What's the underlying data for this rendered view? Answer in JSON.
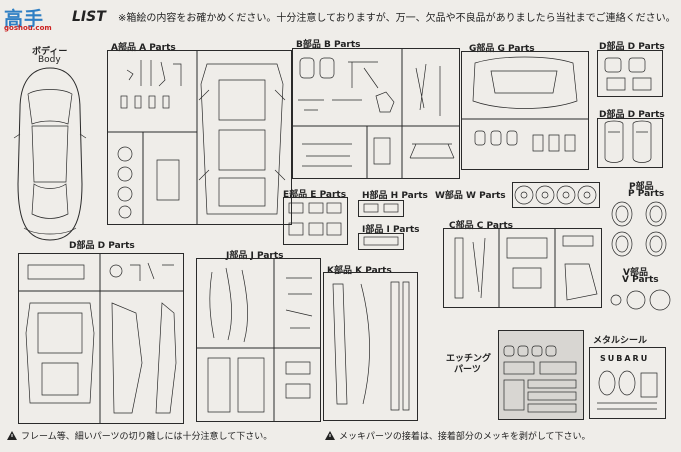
{
  "header": {
    "logo_text": "高手",
    "logo_sub": "goshou.com",
    "list_label": "LIST",
    "notice": "※箱絵の内容をお確かめください。十分注意しておりますが、万一、欠品や不良品がありましたら当社までご連絡ください。"
  },
  "body_part": {
    "label_jp": "ボディー",
    "label_en": "Body"
  },
  "groups": {
    "a": "A部品 A Parts",
    "b": "B部品 B Parts",
    "g": "G部品 G Parts",
    "d_top1": "D部品 D Parts",
    "d_top2": "D部品 D Parts",
    "e": "E部品 E Parts",
    "h": "H部品 H Parts",
    "i": "I部品 I Parts",
    "w": "W部品 W Parts",
    "p_jp": "P部品",
    "p_en": "P Parts",
    "c": "C部品 C Parts",
    "d_bottom": "D部品 D Parts",
    "j": "J部品 J Parts",
    "k": "K部品 K Parts",
    "v_jp": "V部品",
    "v_en": "V Parts",
    "etching_jp1": "エッチング",
    "etching_jp2": "パーツ",
    "metal_seal": "メタルシール",
    "subaru": "SUBARU"
  },
  "footer": {
    "left_notice": "フレーム等、細いパーツの切り離しには十分注意して下さい。",
    "right_notice": "メッキパーツの接着は、接着部分のメッキを剥がして下さい。"
  },
  "colors": {
    "logo_blue": "#2f7fc4",
    "logo_red": "#cc2222",
    "line": "#2a2a2a"
  }
}
